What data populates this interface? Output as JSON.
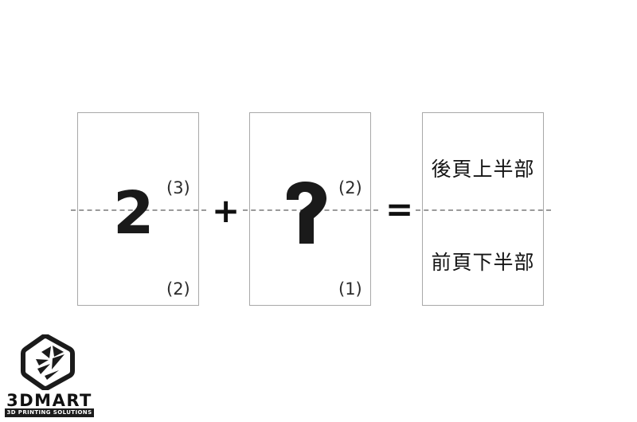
{
  "diagram": {
    "title": "",
    "background_color": "#ffffff",
    "panel_border_color": "#a8a8a8",
    "dash_color": "#9a9a9a",
    "glyph_color": "#1a1a1a",
    "panels": [
      {
        "id": "panel-1",
        "name": "first-page-panel",
        "glyph": "2",
        "glyph_kind": "full-number",
        "label_top": "(3)",
        "label_bottom": "(2)"
      },
      {
        "id": "panel-2",
        "name": "second-page-panel",
        "glyph": "?",
        "glyph_kind": "partial-number-top-half",
        "label_top": "(2)",
        "label_bottom": "(1)"
      },
      {
        "id": "panel-3",
        "name": "result-page-panel",
        "text_upper": "後頁上半部",
        "text_lower": "前頁下半部"
      }
    ],
    "operators": {
      "plus": "+",
      "equals": "="
    }
  },
  "brand": {
    "name": "3DMART",
    "tagline": "3D PRINTING SOLUTIONS",
    "mark_icon": "hexagon-3d-logo-icon"
  }
}
